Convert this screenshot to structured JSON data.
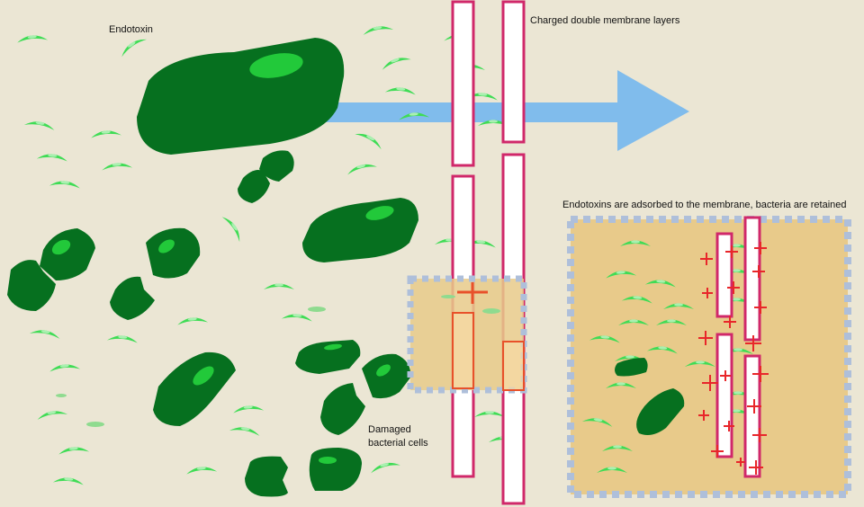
{
  "labels": {
    "endotoxin": "Endotoxin",
    "membrane": "Charged double membrane layers",
    "adsorbed": "Endotoxins are adsorbed to the membrane, bacteria are retained",
    "damaged_line1": "Damaged",
    "damaged_line2": "bacterial cells"
  },
  "colors": {
    "background": "#ebe6d4",
    "bacterium": "#06701f",
    "bacterium_spot": "#22c93a",
    "endotoxin": "#3fdc55",
    "endotoxin_highlight": "#a9f0b0",
    "membrane_border": "#d0286a",
    "membrane_fill": "#ffffff",
    "flow_arrow": "#80bcec",
    "zoom_fill": "#e8ca8a",
    "zoom_border": "#aebfda",
    "charge": "#e8262a"
  },
  "icons": {
    "charge": "plus-sign",
    "flow": "right-arrow"
  }
}
